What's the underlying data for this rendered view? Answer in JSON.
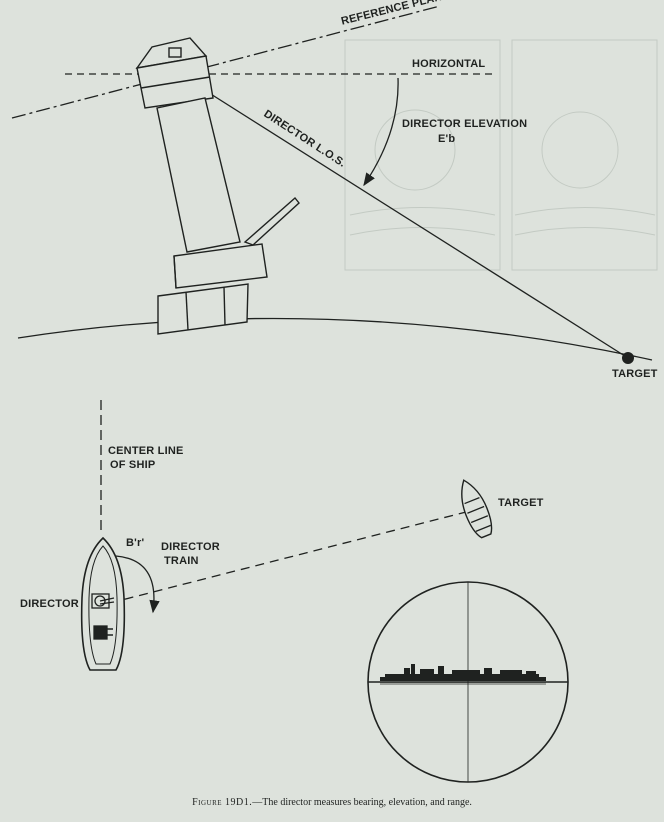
{
  "labels": {
    "reference_plane": "REFERENCE PLANE",
    "horizontal": "HORIZONTAL",
    "director_los": "DIRECTOR L.O.S.",
    "director_elevation": "DIRECTOR ELEVATION",
    "elevation_symbol": "E'b",
    "target_top": "TARGET",
    "center_line": "CENTER LINE",
    "of_ship": "OF SHIP",
    "bearing_symbol": "B'r'",
    "director": "DIRECTOR",
    "train": "TRAIN",
    "target_bottom": "TARGET",
    "director_ship": "DIRECTOR"
  },
  "caption": {
    "figure": "Figure 19D1.",
    "text": "—The director measures bearing, elevation, and range."
  },
  "colors": {
    "background": "#dde2dc",
    "ink": "#1f2220",
    "bleed_through": "#b4bcb5"
  }
}
